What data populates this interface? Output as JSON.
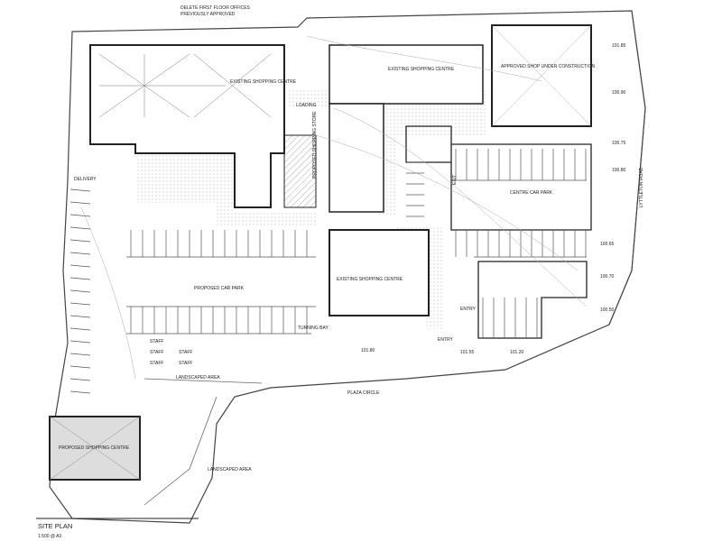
{
  "notes": {
    "top_line1": "DELETE FIRST FLOOR OFFICES",
    "top_line2": "PREVIOUSLY APPROVED"
  },
  "buildings": {
    "existing_centre_1": "EXISTING SHOPPING CENTRE",
    "existing_centre_2": "EXISTING SHOPPING CENTRE",
    "existing_centre_3": "EXISTING SHOPPING CENTRE",
    "approved": "APPROVED SHOP UNDER CONSTRUCTION",
    "proposed_centre": "PROPOSED SHOPPING CENTRE",
    "proposed_store": "PROPOSED SHOPPING STORE"
  },
  "areas": {
    "proposed_car_park": "PROPOSED CAR PARK",
    "centre_car_park": "CENTRE CAR PARK",
    "landscaped_1": "LANDSCAPED AREA",
    "landscaped_2": "LANDSCAPED AREA",
    "loading": "LOADING",
    "delivery": "DELIVERY",
    "turning_bay": "TURNING BAY",
    "entry_1": "ENTRY",
    "entry_2": "ENTRY",
    "exit": "EXIT",
    "staff_1": "STAFF",
    "staff_2": "STAFF",
    "staff_3": "STAFF",
    "staff_4": "STAFF",
    "staff_5": "STAFF"
  },
  "streets": {
    "plaza": "PLAZA CIRCLE",
    "lyttleton": "LYTTLETON ROAD"
  },
  "levels": [
    "101.85",
    "100.90",
    "100.75",
    "100.80",
    "100.65",
    "100.70",
    "100.50",
    "101.80",
    "101.55",
    "101.20"
  ],
  "title": {
    "main": "SITE PLAN",
    "scale": "1:500 @ A3"
  }
}
